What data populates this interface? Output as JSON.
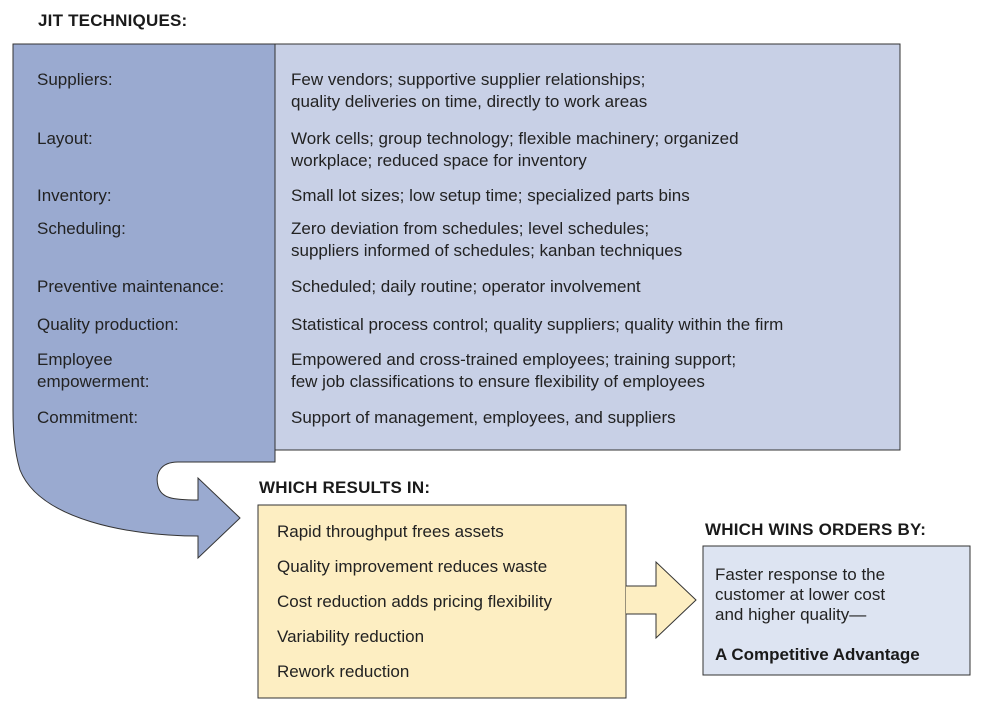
{
  "headings": {
    "jit": "JIT TECHNIQUES:",
    "results": "WHICH RESULTS IN:",
    "wins": "WHICH WINS ORDERS BY:"
  },
  "techniques": [
    {
      "label": "Suppliers:",
      "desc": "Few vendors; supportive supplier relationships;\nquality deliveries on time, directly to work areas"
    },
    {
      "label": "Layout:",
      "desc": "Work cells; group technology; flexible machinery; organized\nworkplace; reduced space for inventory"
    },
    {
      "label": "Inventory:",
      "desc": "Small lot sizes; low setup time; specialized parts bins"
    },
    {
      "label": "Scheduling:",
      "desc": "Zero deviation from schedules; level schedules;\nsuppliers informed of schedules; kanban techniques"
    },
    {
      "label": "Preventive maintenance:",
      "desc": "Scheduled; daily routine; operator involvement"
    },
    {
      "label": "Quality production:",
      "desc": "Statistical process control; quality suppliers; quality within the firm"
    },
    {
      "label": "Employee\nempowerment:",
      "desc": "Empowered and cross-trained employees; training support;\nfew job classifications to ensure flexibility of employees"
    },
    {
      "label": "Commitment:",
      "desc": "Support of management, employees, and suppliers"
    }
  ],
  "results": [
    "Rapid throughput frees assets",
    "Quality improvement reduces waste",
    "Cost reduction adds pricing flexibility",
    "Variability reduction",
    "Rework reduction"
  ],
  "wins": {
    "text": "Faster response to the\ncustomer at lower cost\nand higher quality—",
    "strong": "A Competitive Advantage"
  },
  "colors": {
    "left_panel": "#9aaad0",
    "right_panel": "#c8d0e6",
    "results_box": "#fdeec2",
    "wins_box": "#dde4f2",
    "outline": "#333333"
  }
}
